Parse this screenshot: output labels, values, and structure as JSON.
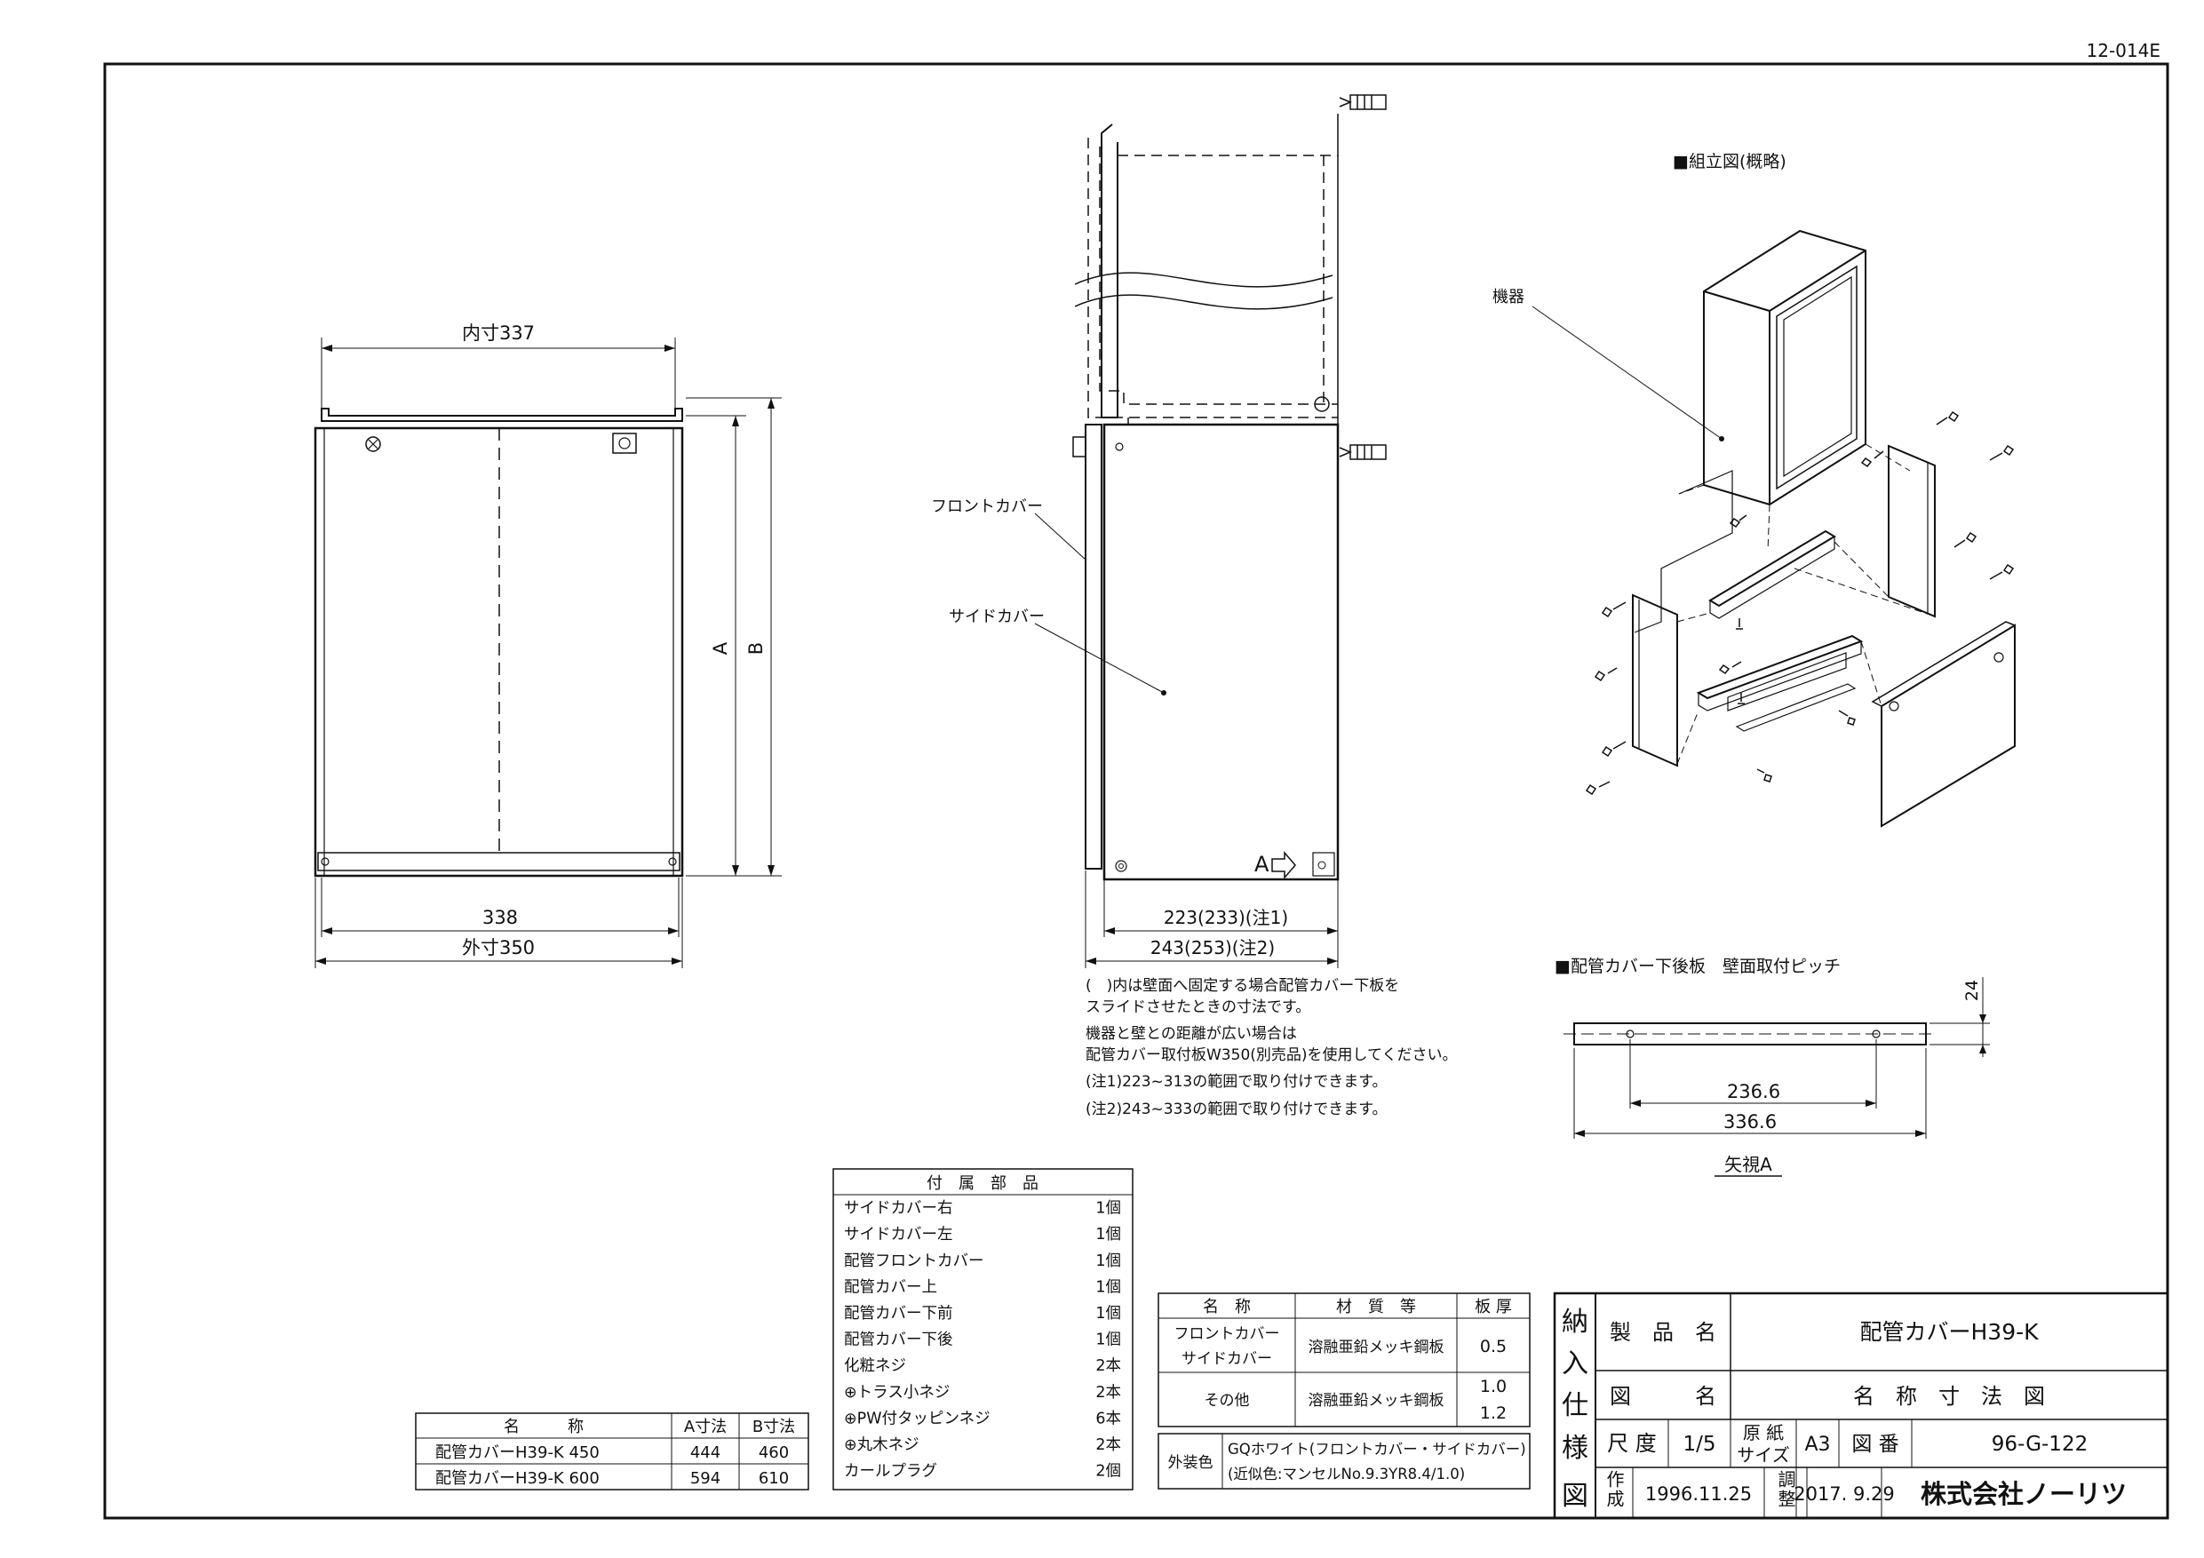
{
  "doc_code": "12-014E",
  "front_view": {
    "inner_width": "内寸337",
    "outer_width": "外寸350",
    "bottom_width": "338",
    "dim_a": "A",
    "dim_b": "B"
  },
  "side_view": {
    "front_cover_label": "フロントカバー",
    "side_cover_label": "サイドカバー",
    "arrow_label": "A",
    "dim1": "223(233)(注1)",
    "dim2": "243(253)(注2)",
    "notes": [
      "(　)内は壁面へ固定する場合配管カバー下板を",
      "スライドさせたときの寸法です。",
      "機器と壁との距離が広い場合は",
      "配管カバー取付板W350(別売品)を使用してください。",
      "(注1)223~313の範囲で取り付けできます。",
      "(注2)243~333の範囲で取り付けできます。"
    ]
  },
  "assembly": {
    "title": "■組立図(概略)",
    "device_label": "機器"
  },
  "wall_pitch": {
    "title": "■配管カバー下後板　壁面取付ピッチ",
    "dim_inner": "236.6",
    "dim_outer": "336.6",
    "dim_height": "24",
    "view_label": "矢視A"
  },
  "size_table": {
    "headers": [
      "名　　　称",
      "A寸法",
      "B寸法"
    ],
    "rows": [
      [
        "配管カバーH39-K 450",
        "444",
        "460"
      ],
      [
        "配管カバーH39-K 600",
        "594",
        "610"
      ]
    ]
  },
  "parts_table": {
    "header": "付　属　部　品",
    "rows": [
      [
        "サイドカバー右",
        "1個"
      ],
      [
        "サイドカバー左",
        "1個"
      ],
      [
        "配管フロントカバー",
        "1個"
      ],
      [
        "配管カバー上",
        "1個"
      ],
      [
        "配管カバー下前",
        "1個"
      ],
      [
        "配管カバー下後",
        "1個"
      ],
      [
        "化粧ネジ",
        "2本"
      ],
      [
        "⊕トラス小ネジ",
        "2本"
      ],
      [
        "⊕PW付タッピンネジ",
        "6本"
      ],
      [
        "⊕丸木ネジ",
        "2本"
      ],
      [
        "カールプラグ",
        "2個"
      ]
    ]
  },
  "material_table": {
    "headers": [
      "名　称",
      "材　質　等",
      "板 厚"
    ],
    "row1_names": [
      "フロントカバー",
      "サイドカバー"
    ],
    "row1_material": "溶融亜鉛メッキ鋼板",
    "row1_thickness": "0.5",
    "row2_name": "その他",
    "row2_material": "溶融亜鉛メッキ鋼板",
    "row2_thickness": [
      "1.0",
      "1.2"
    ],
    "color_label": "外装色",
    "color_line1": "GQホワイト(フロントカバー・サイドカバー)",
    "color_line2": "(近似色:マンセルNo.9.3YR8.4/1.0)"
  },
  "title_block": {
    "side_chars": [
      "納",
      "入",
      "仕",
      "様",
      "図"
    ],
    "product_name_label": "製　品　名",
    "product_name": "配管カバーH39-K",
    "drawing_name_label": "図　　　名",
    "drawing_name": "名　称　寸　法　図",
    "scale_label": "尺 度",
    "scale": "1/5",
    "paper_label1": "原 紙",
    "paper_label2": "サイズ",
    "paper": "A3",
    "drawing_no_label": "図 番",
    "drawing_no": "96-G-122",
    "created_label": "作成",
    "created_date": "1996.11.25",
    "adjusted_label": "調整",
    "adjusted_date": "2017. 9.29",
    "company": "株式会社ノーリツ"
  }
}
